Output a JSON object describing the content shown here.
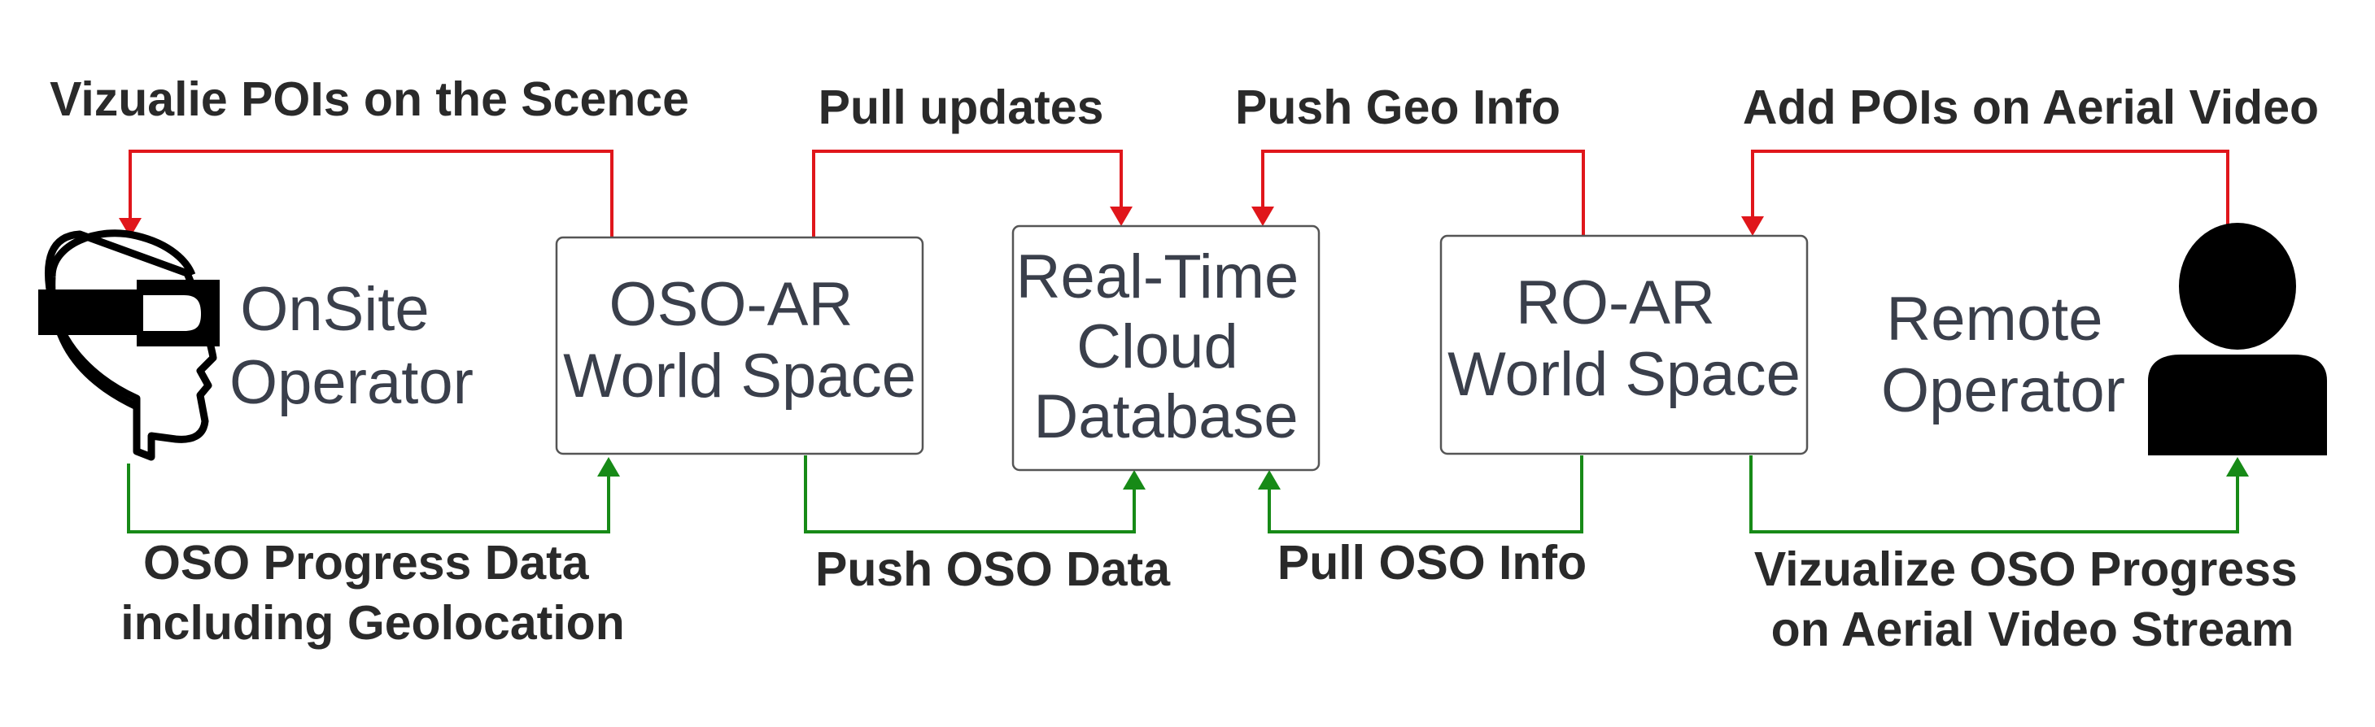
{
  "nodes": {
    "onsite_operator": [
      "OnSite",
      "Operator"
    ],
    "oso_ar": [
      "OSO-AR",
      "World Space"
    ],
    "cloud_db": [
      "Real-Time",
      "Cloud",
      "Database"
    ],
    "ro_ar": [
      "RO-AR",
      "World Space"
    ],
    "remote_operator": [
      "Remote",
      "Operator"
    ]
  },
  "edges": {
    "visualize_pois": "Vizualie POIs on the Scence",
    "pull_updates": "Pull updates",
    "push_geo_info": "Push Geo Info",
    "add_pois": "Add POIs on Aerial Video",
    "oso_progress_data": [
      "OSO Progress Data",
      "including Geolocation"
    ],
    "push_oso_data": "Push OSO Data",
    "pull_oso_info": "Pull OSO Info",
    "visualize_oso_progress": [
      "Vizualize OSO Progress",
      "on Aerial Video Stream"
    ]
  },
  "colors": {
    "red_flow": "#e0161b",
    "green_flow": "#178a17"
  },
  "icons": {
    "onsite_operator": "vr-headset-head-icon",
    "remote_operator": "person-silhouette-icon"
  }
}
